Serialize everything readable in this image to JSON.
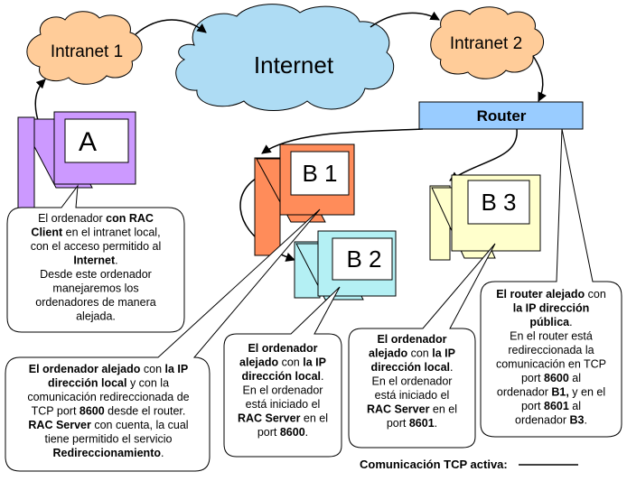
{
  "clouds": {
    "intranet1": "Intranet 1",
    "internet": "Internet",
    "intranet2": "Intranet 2"
  },
  "router": {
    "label": "Router"
  },
  "computers": {
    "a": "A",
    "b1": "B 1",
    "b2": "B 2",
    "b3": "B 3"
  },
  "callouts": {
    "a": [
      [
        {
          "t": "El ordenador "
        },
        {
          "t": "con RAC",
          "b": true
        }
      ],
      [
        {
          "t": "Client",
          "b": true
        },
        {
          "t": " en el intranet local,"
        }
      ],
      [
        {
          "t": "con el acceso permitido al"
        }
      ],
      [
        {
          "t": "Internet",
          "b": true
        },
        {
          "t": "."
        }
      ],
      [
        {
          "t": "Desde este ordenador"
        }
      ],
      [
        {
          "t": "manejaremos los"
        }
      ],
      [
        {
          "t": "ordenadores de manera"
        }
      ],
      [
        {
          "t": "alejada."
        }
      ]
    ],
    "b1": [
      [
        {
          "t": "El ordenador alejado",
          "b": true
        },
        {
          "t": " con "
        },
        {
          "t": "la IP",
          "b": true
        }
      ],
      [
        {
          "t": "dirección local",
          "b": true
        },
        {
          "t": " y con la"
        }
      ],
      [
        {
          "t": "comunicación redireccionada de"
        }
      ],
      [
        {
          "t": "TCP port "
        },
        {
          "t": "8600",
          "b": true
        },
        {
          "t": " desde el router."
        }
      ],
      [
        {
          "t": "RAC Server",
          "b": true
        },
        {
          "t": " con cuenta, la cual"
        }
      ],
      [
        {
          "t": "tiene permitido el servicio"
        }
      ],
      [
        {
          "t": "Redireccionamiento",
          "b": true
        },
        {
          "t": "."
        }
      ]
    ],
    "b2": [
      [
        {
          "t": "El ordenador",
          "b": true
        }
      ],
      [
        {
          "t": "alejado",
          "b": true
        },
        {
          "t": " con "
        },
        {
          "t": "la IP",
          "b": true
        }
      ],
      [
        {
          "t": "dirección local",
          "b": true
        },
        {
          "t": "."
        }
      ],
      [
        {
          "t": "En el ordenador"
        }
      ],
      [
        {
          "t": "está iniciado el"
        }
      ],
      [
        {
          "t": "RAC Server",
          "b": true
        },
        {
          "t": " en el"
        }
      ],
      [
        {
          "t": "port "
        },
        {
          "t": "8600",
          "b": true
        },
        {
          "t": "."
        }
      ]
    ],
    "b3": [
      [
        {
          "t": "El ordenador",
          "b": true
        }
      ],
      [
        {
          "t": "alejado",
          "b": true
        },
        {
          "t": " con "
        },
        {
          "t": "la IP",
          "b": true
        }
      ],
      [
        {
          "t": "dirección local",
          "b": true
        },
        {
          "t": "."
        }
      ],
      [
        {
          "t": "En el ordenador"
        }
      ],
      [
        {
          "t": "está iniciado el"
        }
      ],
      [
        {
          "t": "RAC Server",
          "b": true
        },
        {
          "t": " en el"
        }
      ],
      [
        {
          "t": "port "
        },
        {
          "t": "8601",
          "b": true
        },
        {
          "t": "."
        }
      ]
    ],
    "router": [
      [
        {
          "t": "El router alejado",
          "b": true
        },
        {
          "t": " con"
        }
      ],
      [
        {
          "t": "la IP dirección",
          "b": true
        }
      ],
      [
        {
          "t": "pública",
          "b": true
        },
        {
          "t": "."
        }
      ],
      [
        {
          "t": "En el router está"
        }
      ],
      [
        {
          "t": "redireccionada la"
        }
      ],
      [
        {
          "t": "comunicación en TCP"
        }
      ],
      [
        {
          "t": "port "
        },
        {
          "t": "8600",
          "b": true
        },
        {
          "t": " al"
        }
      ],
      [
        {
          "t": "ordenador "
        },
        {
          "t": "B1,",
          "b": true
        },
        {
          "t": " y en el"
        }
      ],
      [
        {
          "t": "port "
        },
        {
          "t": "8601",
          "b": true
        },
        {
          "t": " al"
        }
      ],
      [
        {
          "t": "ordenador "
        },
        {
          "t": "B3",
          "b": true
        },
        {
          "t": "."
        }
      ]
    ]
  },
  "legend": {
    "label": "Comunicación TCP activa:"
  },
  "colors": {
    "cloud": "#FFCC99",
    "internet_cloud": "#AEDCF4",
    "router": "#99CCFF",
    "computer_a": "#CC99FF",
    "computer_b1": "#FF8C5A",
    "computer_b2": "#B4F0F4",
    "computer_b3": "#FFFFCC"
  }
}
